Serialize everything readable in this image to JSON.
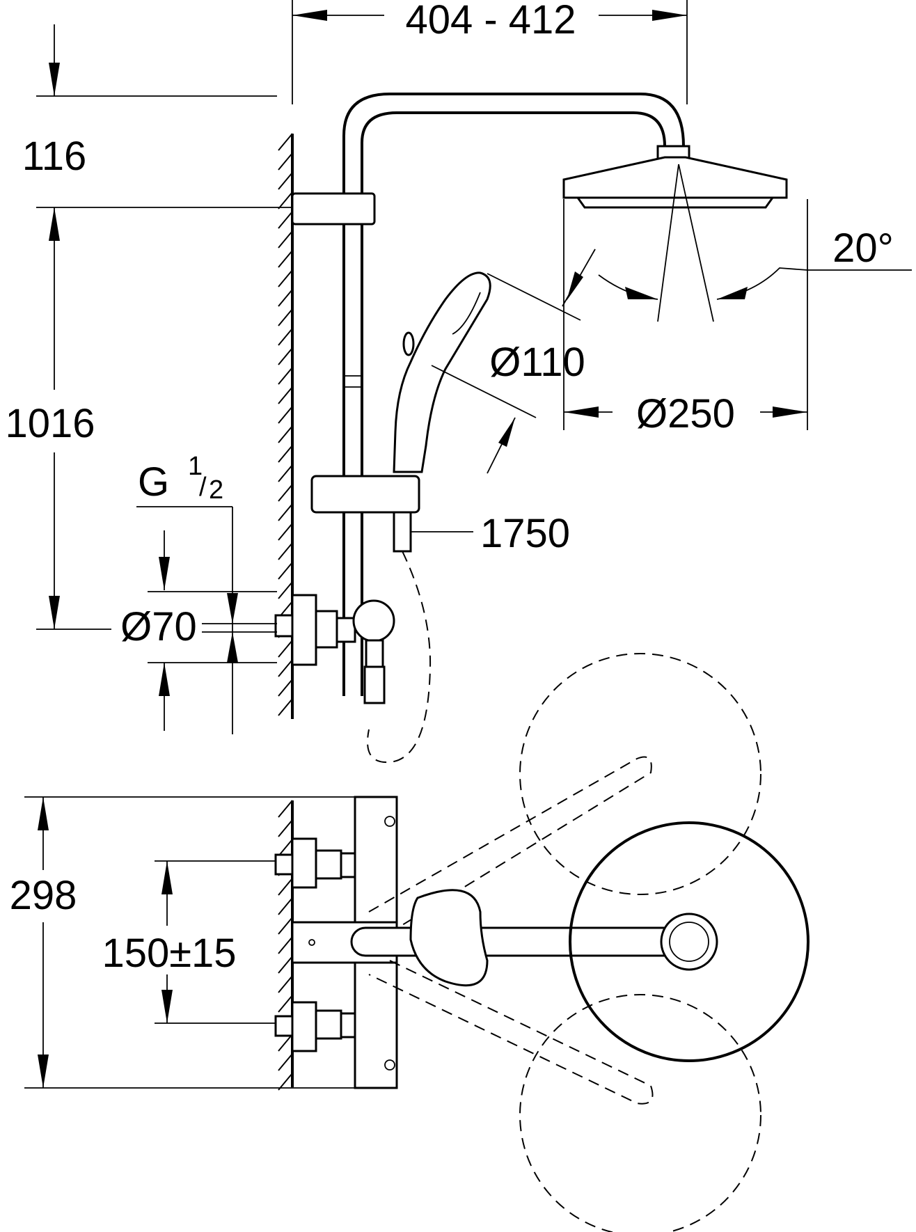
{
  "labels": {
    "width_range": "404 - 412",
    "top_offset": "116",
    "height": "1016",
    "thread": "G",
    "thread_num": "1",
    "thread_den": "2",
    "inlet_diameter": "Ø70",
    "handshower_diameter": "Ø110",
    "headshower_diameter": "Ø250",
    "angle": "20°",
    "hose_length": "1750",
    "plan_depth": "298",
    "inlet_spacing": "150±15"
  },
  "colors": {
    "line": "#000000",
    "background": "#ffffff"
  }
}
